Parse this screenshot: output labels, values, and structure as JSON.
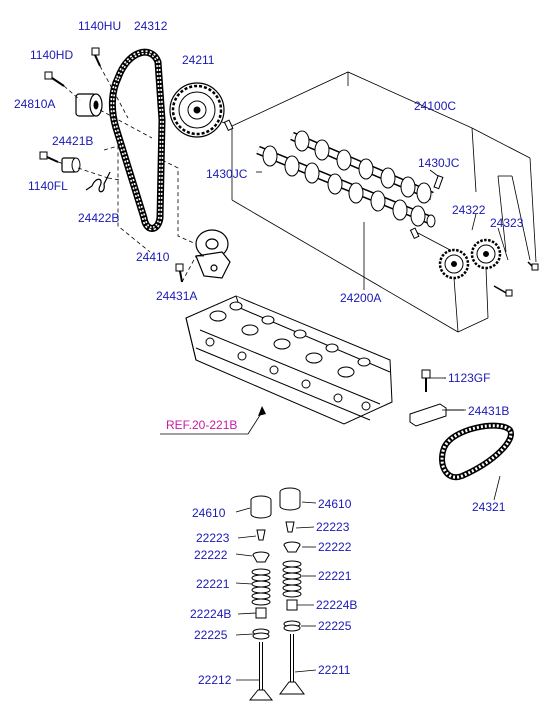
{
  "colors": {
    "label": "#1a1ab5",
    "reference": "#cc1aa0",
    "line": "#000000"
  },
  "labels": {
    "p1140hu": "1140HU",
    "p24312": "24312",
    "p1140hd": "1140HD",
    "p24211": "24211",
    "p24810a": "24810A",
    "p24100c": "24100C",
    "p24421b": "24421B",
    "p1140fl": "1140FL",
    "p1430jc_left": "1430JC",
    "p1430jc_right": "1430JC",
    "p24422b": "24422B",
    "p24322": "24322",
    "p24323": "24323",
    "p24410": "24410",
    "p24431a": "24431A",
    "p24200a": "24200A",
    "p1123gf": "1123GF",
    "p24431b": "24431B",
    "ref": "REF.20-221B",
    "p24321": "24321",
    "p24610_left": "24610",
    "p24610_right": "24610",
    "p22223_left": "22223",
    "p22223_right": "22223",
    "p22222_left": "22222",
    "p22222_right": "22222",
    "p22221_left": "22221",
    "p22221_right": "22221",
    "p22224b_left": "22224B",
    "p22224b_right": "22224B",
    "p22225_left": "22225",
    "p22225_right": "22225",
    "p22212": "22212",
    "p22211": "22211"
  }
}
